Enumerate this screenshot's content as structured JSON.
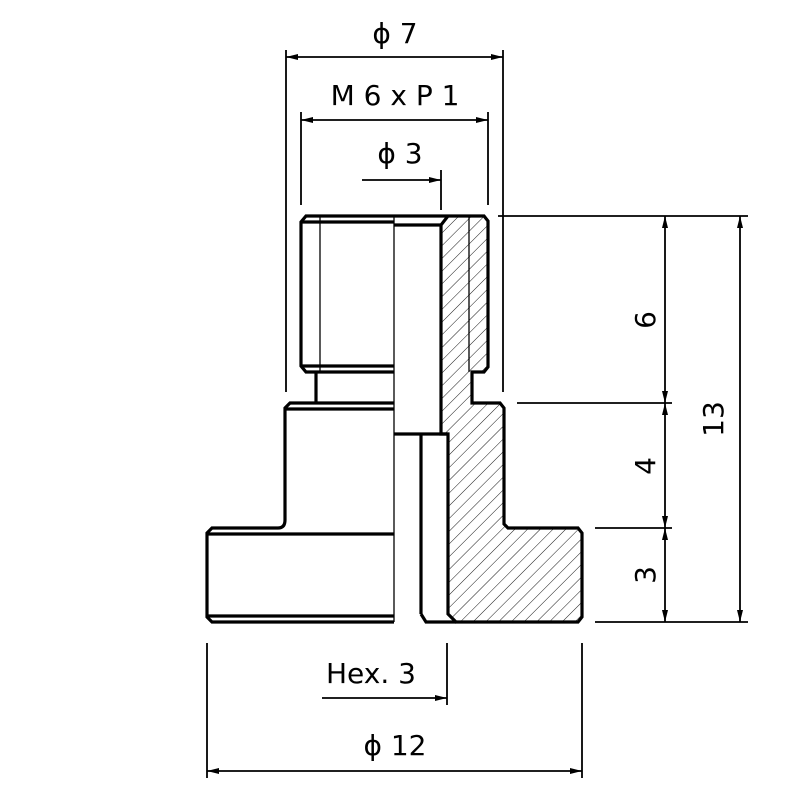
{
  "drawing": {
    "labels": {
      "outer_thread_dia": "ϕ 7",
      "thread_spec": "M 6 x P 1",
      "bore_dia": "ϕ 3",
      "hex_size": "Hex. 3",
      "flange_dia": "ϕ 12",
      "height_upper": "6",
      "height_middle": "4",
      "height_flange": "3",
      "height_total": "13"
    },
    "colors": {
      "line": "#000000",
      "background": "#ffffff"
    }
  }
}
